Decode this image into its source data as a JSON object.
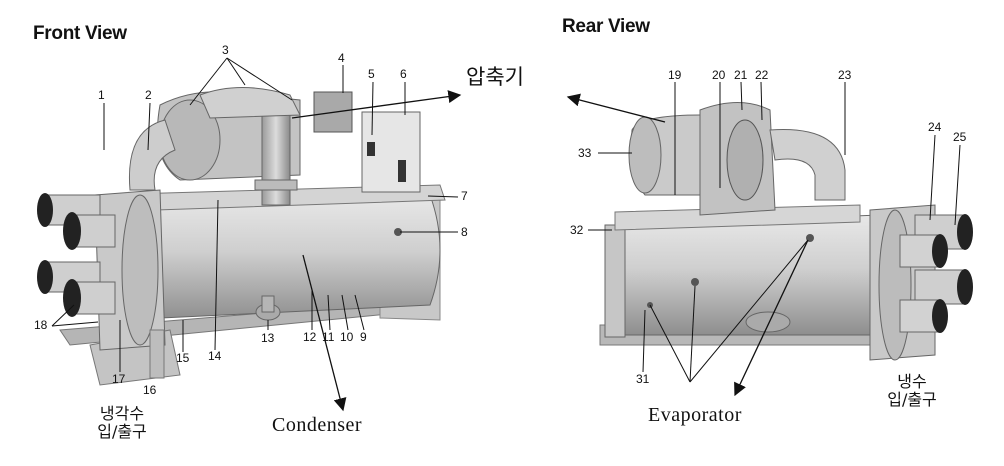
{
  "front_view": {
    "title": "Front View",
    "callouts": [
      "1",
      "2",
      "3",
      "4",
      "5",
      "6",
      "7",
      "8",
      "9",
      "10",
      "11",
      "12",
      "13",
      "14",
      "15",
      "16",
      "17",
      "18"
    ],
    "labels": {
      "compressor": "압축기",
      "condenser": "Condenser",
      "cooling_water": "냉각수",
      "inlet_outlet": "입/출구"
    }
  },
  "rear_view": {
    "title": "Rear View",
    "callouts": [
      "19",
      "20",
      "21",
      "22",
      "23",
      "24",
      "25",
      "31",
      "32",
      "33"
    ],
    "labels": {
      "evaporator": "Evaporator",
      "chilled_water": "냉수",
      "inlet_outlet": "입/출구"
    }
  }
}
